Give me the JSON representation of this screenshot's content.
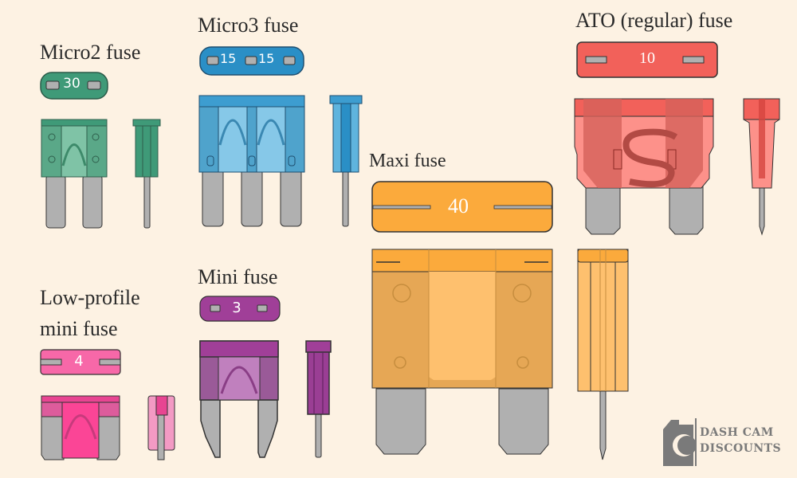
{
  "fuses": [
    {
      "id": "micro2",
      "label": "Micro2 fuse",
      "rating": "30",
      "color": "#3f9a78"
    },
    {
      "id": "micro3",
      "label": "Micro3 fuse",
      "rating_left": "15",
      "rating_right": "15",
      "color": "#2a8fc6"
    },
    {
      "id": "ato",
      "label": "ATO (regular) fuse",
      "rating": "10",
      "color": "#f2615a"
    },
    {
      "id": "maxi",
      "label": "Maxi fuse",
      "rating": "40",
      "color": "#fbaa3c"
    },
    {
      "id": "low-profile-mini",
      "label_line1": "Low-profile",
      "label_line2": "mini fuse",
      "rating": "4",
      "color": "#f2589a"
    },
    {
      "id": "mini",
      "label": "Mini fuse",
      "rating": "3",
      "color": "#a03f98"
    }
  ],
  "logo": {
    "line1": "DASH CAM",
    "line2": "DISCOUNTS",
    "color": "#7a7a7a"
  }
}
